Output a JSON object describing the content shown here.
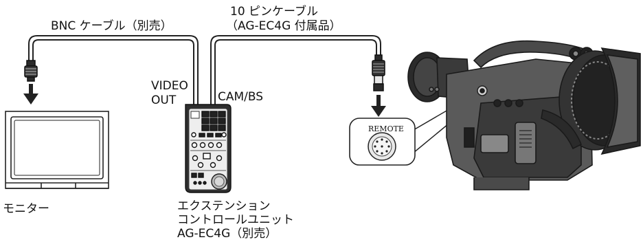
{
  "labels": {
    "bnc_cable": "BNC ケーブル（別売）",
    "pin_cable_1": "10 ピンケーブル",
    "pin_cable_2": "（AG-EC4G 付属品）",
    "video_out_1": "VIDEO",
    "video_out_2": "OUT",
    "cam_bs": "CAM/BS",
    "remote": "REMOTE",
    "monitor": "モニター",
    "ext_unit_1": "エクステンション",
    "ext_unit_2": "コントロールユニット",
    "ext_unit_3": "AG-EC4G（別売）"
  },
  "colors": {
    "line": "#222222",
    "body_dark": "#2b2b2b",
    "body_mid": "#5a5a5a",
    "panel_light": "#eeeeee"
  }
}
